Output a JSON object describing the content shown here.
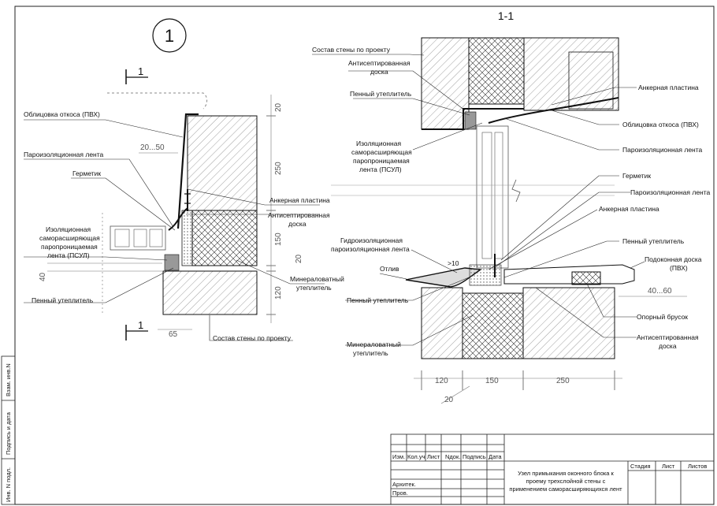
{
  "view1": {
    "marker": "1",
    "section_ref_top": "1",
    "section_ref_bottom": "1",
    "labels": {
      "oblitsovka": "Облицовка откоса (ПВХ)",
      "paroizol": "Пароизоляционная лента",
      "germetik": "Герметик",
      "psul_1": "Изоляционная",
      "psul_2": "саморасширяющая",
      "psul_3": "паропроницаемая",
      "psul_4": "лента (ПСУЛ)",
      "penny": "Пенный утеплитель",
      "ankernaya": "Анкерная пластина",
      "antisept_1": "Антисептированная",
      "antisept_2": "доска",
      "mineral_1": "Минераловатный",
      "mineral_2": "утеплитель",
      "sostav": "Состав стены по проекту"
    },
    "dims": {
      "d20_top": "20",
      "d250": "250",
      "d150": "150",
      "d20_mid": "20",
      "d120": "120",
      "d20_50": "20...50",
      "d40": "40",
      "d65": "65"
    }
  },
  "view2": {
    "title": "1-1",
    "labels": {
      "sostav": "Состав стены по проекту",
      "antisept_top_1": "Антисептированная",
      "antisept_top_2": "доска",
      "penny_top": "Пенный утеплитель",
      "psul_1": "Изоляционная",
      "psul_2": "саморасширяющая",
      "psul_3": "паропроницаемая",
      "psul_4": "лента (ПСУЛ)",
      "ankernaya_top": "Анкерная пластина",
      "oblitsovka": "Облицовка откоса (ПВХ)",
      "paroizol_top": "Пароизоляционная лента",
      "germetik": "Герметик",
      "paroizol_bot": "Пароизоляционная лента",
      "ankernaya_bot": "Анкерная пластина",
      "gidro_1": "Гидроизоляционная",
      "gidro_2": "пароизоляционная лента",
      "penny_right": "Пенный утеплитель",
      "podokon_1": "Подоконная доска",
      "podokon_2": "(ПВХ)",
      "otliv": "Отлив",
      "penny_left": "Пенный утеплитель",
      "slope": ">10",
      "opor": "Опорный брусок",
      "antisept_bot_1": "Антисептированная",
      "antisept_bot_2": "доска",
      "mineral_1": "Минераловатный",
      "mineral_2": "утеплитель"
    },
    "dims": {
      "d40_60": "40...60",
      "d120": "120",
      "d150": "150",
      "d250": "250",
      "d20": "20"
    }
  },
  "side_stamp": {
    "vzam": "Взам. инв.N",
    "podpis": "Подпись и дата",
    "inv": "Инв. N подл."
  },
  "title_block": {
    "col_izm": "Изм.",
    "col_kol": "Кол.уч",
    "col_list": "Лист",
    "col_ndok": "Nдок.",
    "col_podp": "Подпись",
    "col_data": "Дата",
    "role_arch": "Архитек.",
    "role_prov": "Пров.",
    "desc_1": "Узел примыкания оконного блока к",
    "desc_2": "проему трехслойной стены с",
    "desc_3": "применением саморасширяющихся лент",
    "stadiya": "Стадия",
    "list": "Лист",
    "listov": "Листов"
  }
}
